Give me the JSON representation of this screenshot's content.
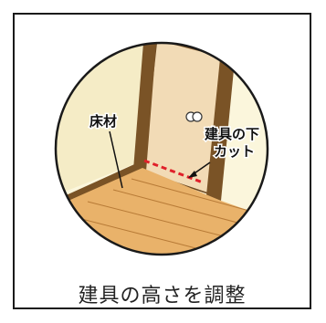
{
  "illustration": {
    "label_floor": "床材",
    "label_cut_line1": "建具の下",
    "label_cut_line2": "カット",
    "colors": {
      "wall": "#fbf6dc",
      "door": "#f2dbb6",
      "frame": "#7a5326",
      "floor": "#e9b26a",
      "floor_lines": "#b77a36",
      "cut_line": "#e0202a"
    }
  },
  "caption": "建具の高さを調整"
}
